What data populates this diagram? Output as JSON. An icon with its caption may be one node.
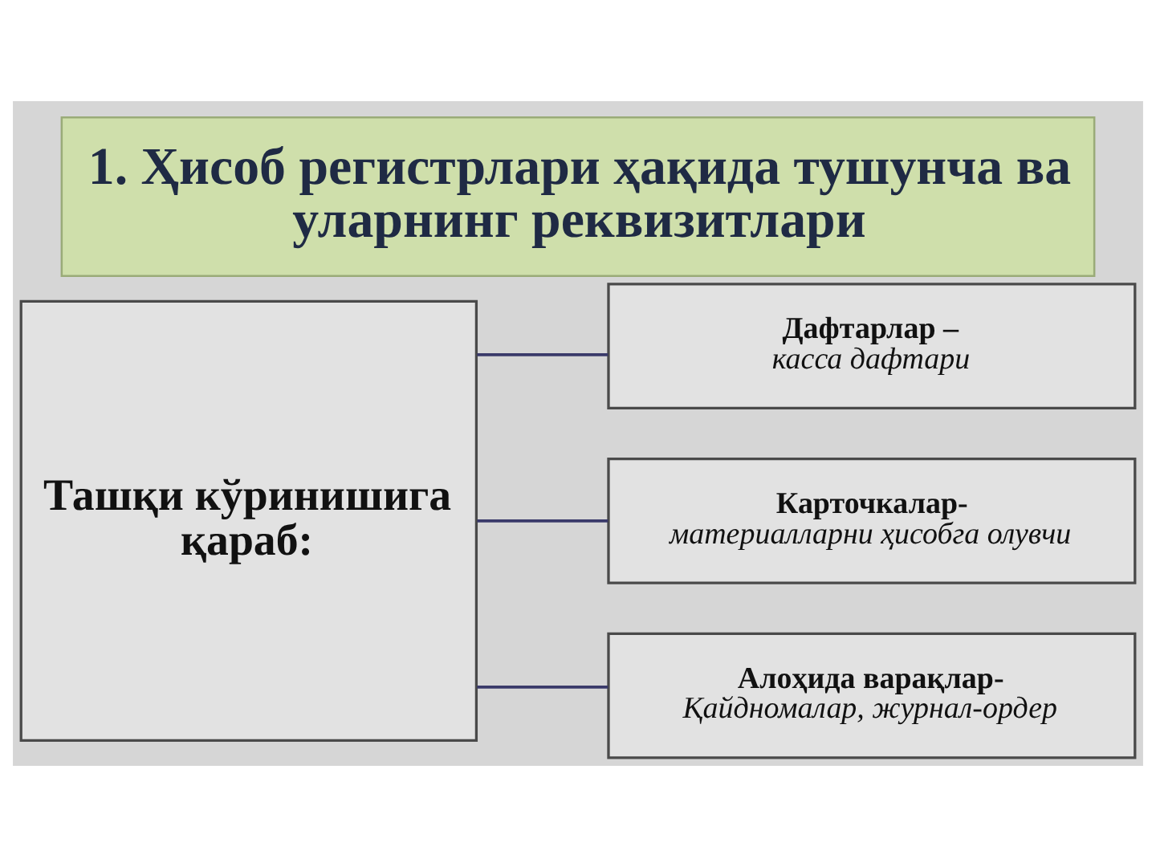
{
  "diagram": {
    "title": "1. Ҳисоб регистрлари ҳақида тушунча ва уларнинг реквизитлари",
    "nodes": [
      {
        "text": [
          "Ташқи кўринишига қараб:"
        ]
      },
      {
        "text": [
          "Дафтарлар –",
          "касса дафтари"
        ]
      },
      {
        "text": [
          "Карточкалар-",
          "материалларни ҳисобга олувчи"
        ]
      },
      {
        "text": [
          "Алоҳида варақлар-",
          "Қайдномалар, журнал-ордер"
        ]
      }
    ],
    "edges": [
      {
        "from": 0,
        "to": 1,
        "arrow": "none"
      },
      {
        "from": 0,
        "to": 2,
        "arrow": "none"
      },
      {
        "from": 0,
        "to": 3,
        "arrow": "none"
      }
    ]
  }
}
